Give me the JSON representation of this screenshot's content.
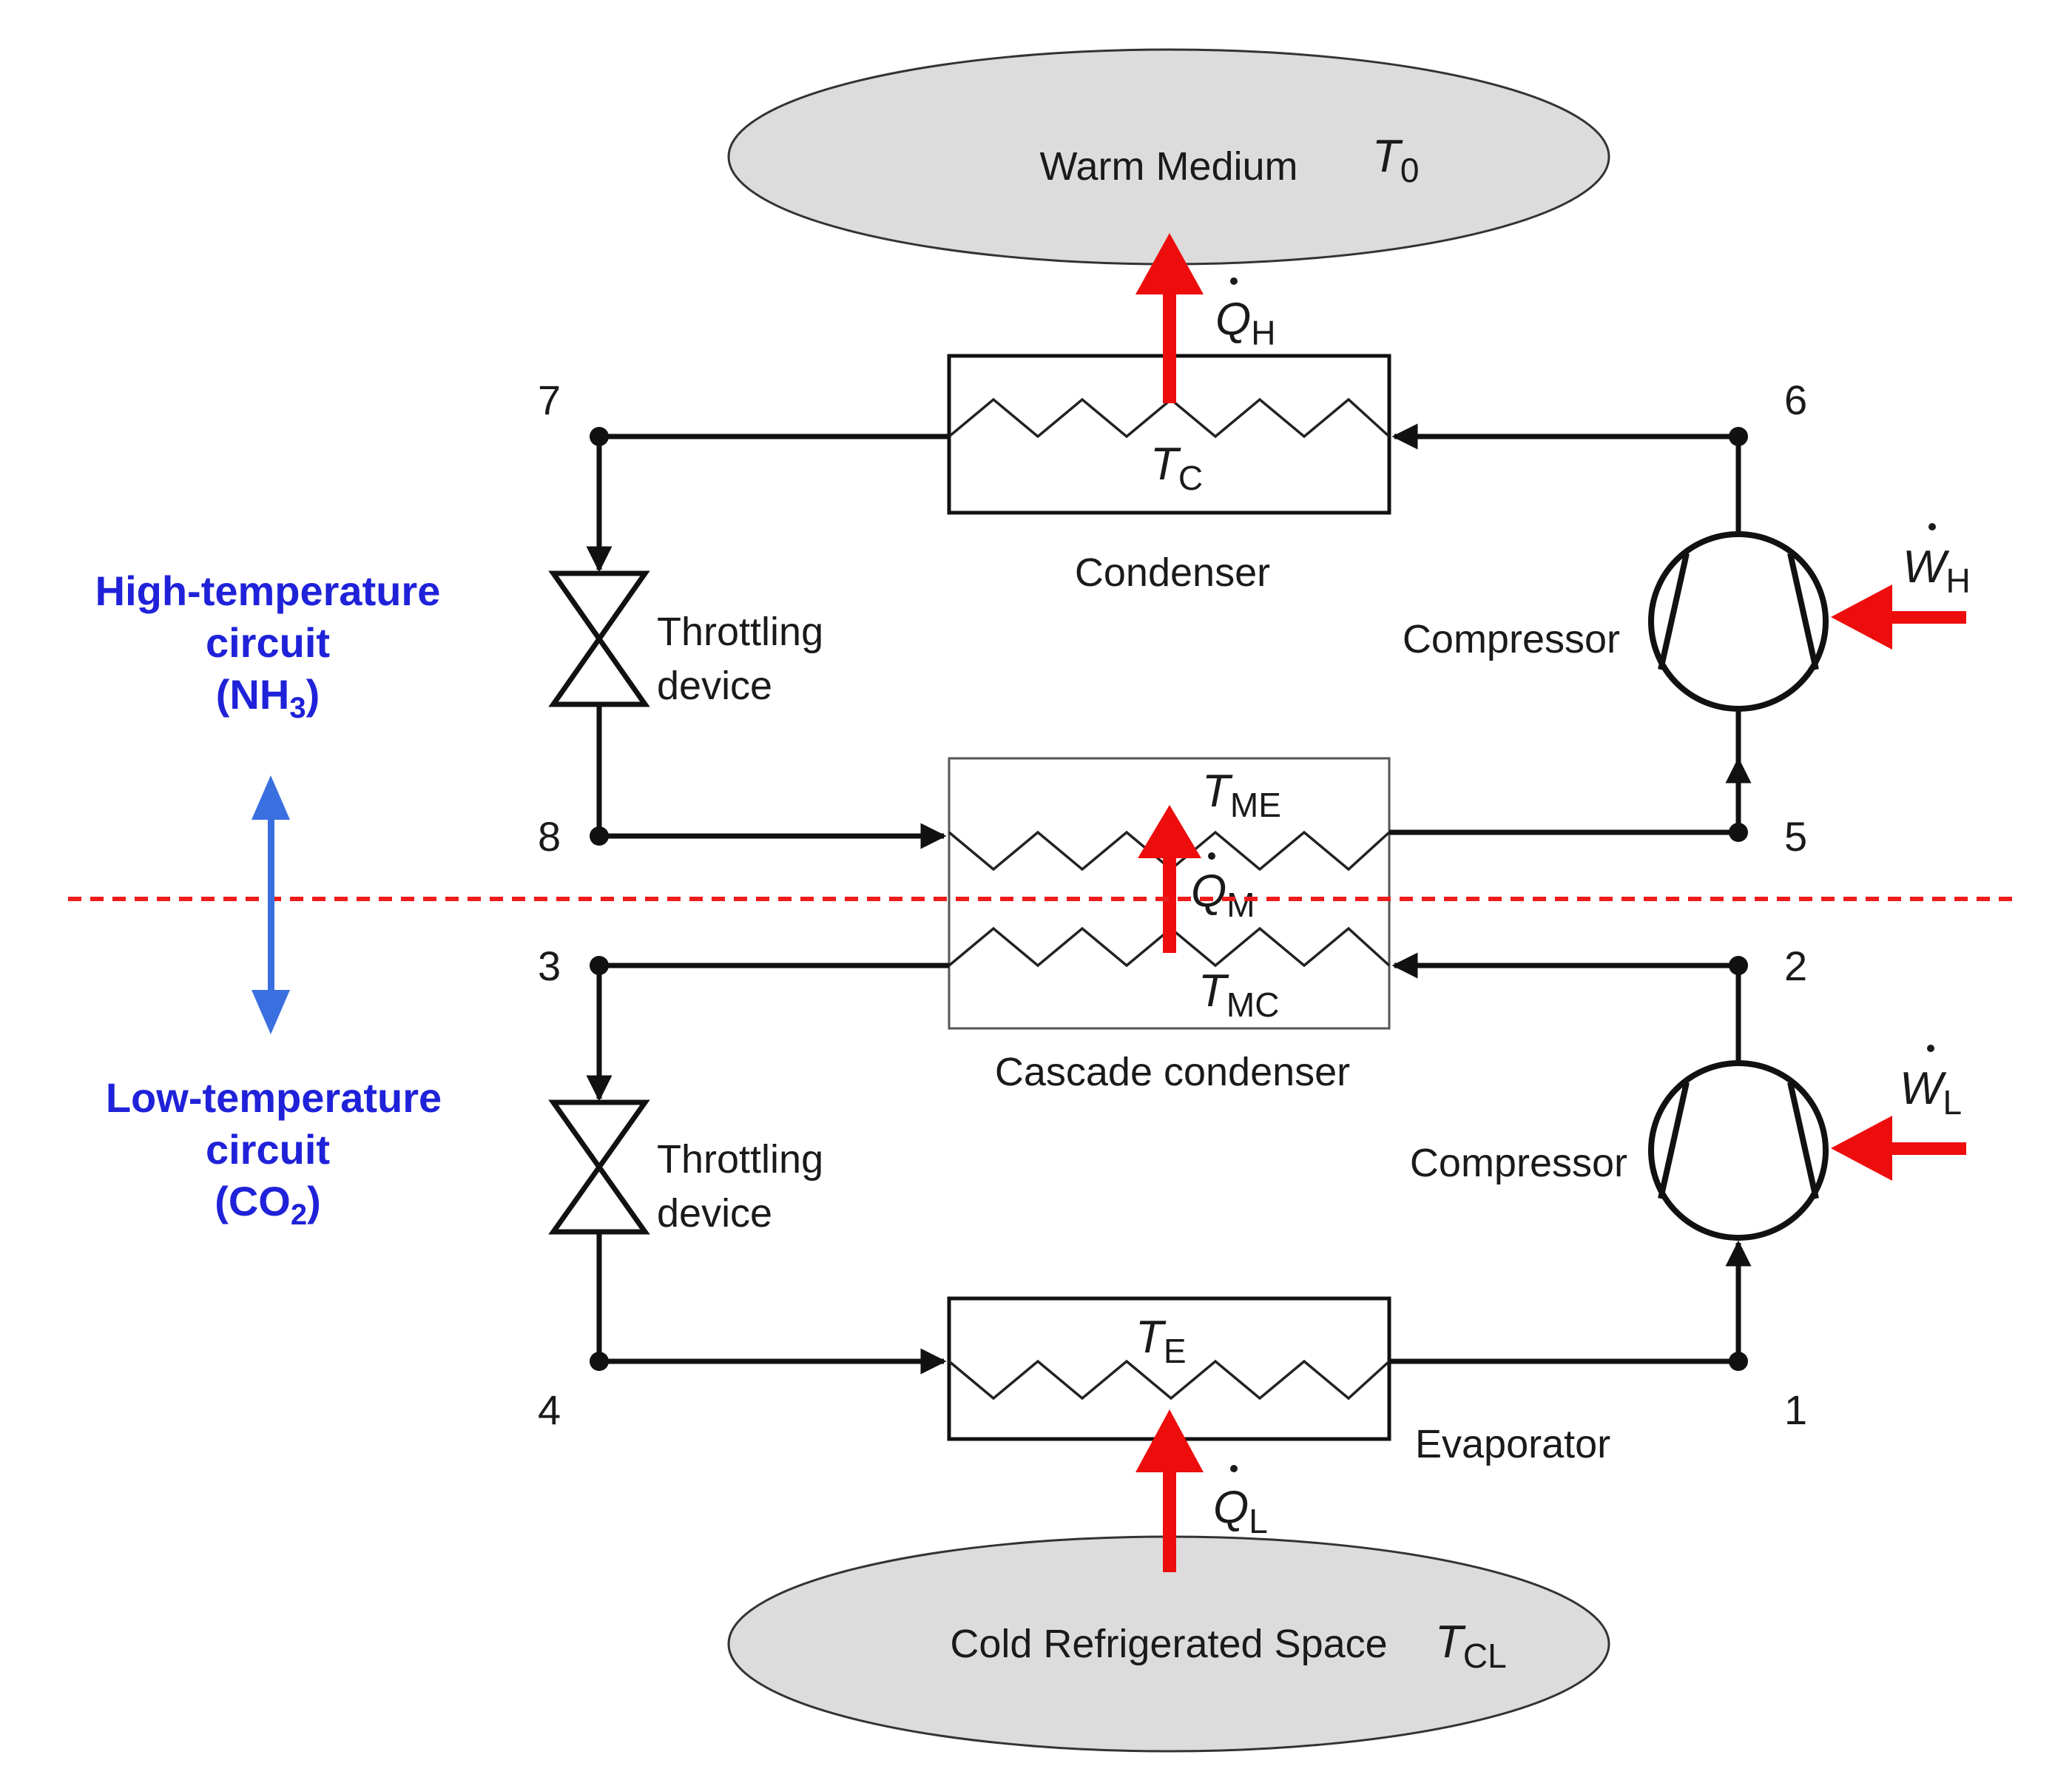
{
  "warm_medium": {
    "label": "Warm Medium",
    "temp_symbol": "T",
    "temp_sub": "0"
  },
  "cold_space": {
    "label": "Cold Refrigerated Space",
    "temp_symbol": "T",
    "temp_sub": "CL"
  },
  "condenser": {
    "label": "Condenser",
    "temp_symbol": "T",
    "temp_sub": "C"
  },
  "cascade_condenser": {
    "label": "Cascade condenser",
    "temp_top_symbol": "T",
    "temp_top_sub": "ME",
    "temp_bottom_symbol": "T",
    "temp_bottom_sub": "MC"
  },
  "evaporator": {
    "label": "Evaporator",
    "temp_symbol": "T",
    "temp_sub": "E"
  },
  "compressor_high": {
    "label": "Compressor",
    "work_symbol": "W",
    "work_sub": "H"
  },
  "compressor_low": {
    "label": "Compressor",
    "work_symbol": "W",
    "work_sub": "L"
  },
  "throttle_high": {
    "line1": "Throttling",
    "line2": "device"
  },
  "throttle_low": {
    "line1": "Throttling",
    "line2": "device"
  },
  "heat_flows": {
    "qh": {
      "symbol": "Q",
      "sub": "H"
    },
    "qm": {
      "symbol": "Q",
      "sub": "M"
    },
    "ql": {
      "symbol": "Q",
      "sub": "L"
    }
  },
  "state_points": [
    "1",
    "2",
    "3",
    "4",
    "5",
    "6",
    "7",
    "8"
  ],
  "high_circuit": {
    "line1": "High-temperature",
    "line2": "circuit",
    "line3_pre": "(NH",
    "line3_sub": "3",
    "line3_post": ")"
  },
  "low_circuit": {
    "line1": "Low-temperature",
    "line2": "circuit",
    "line3_pre": "(CO",
    "line3_sub": "2",
    "line3_post": ")"
  },
  "colors": {
    "heat_arrow": "#ee0d0d",
    "circuit_text": "#1f22d8",
    "double_arrow": "#3a6fe0",
    "divider": "#ee1c1c",
    "medium_fill": "#dcdcdc"
  }
}
